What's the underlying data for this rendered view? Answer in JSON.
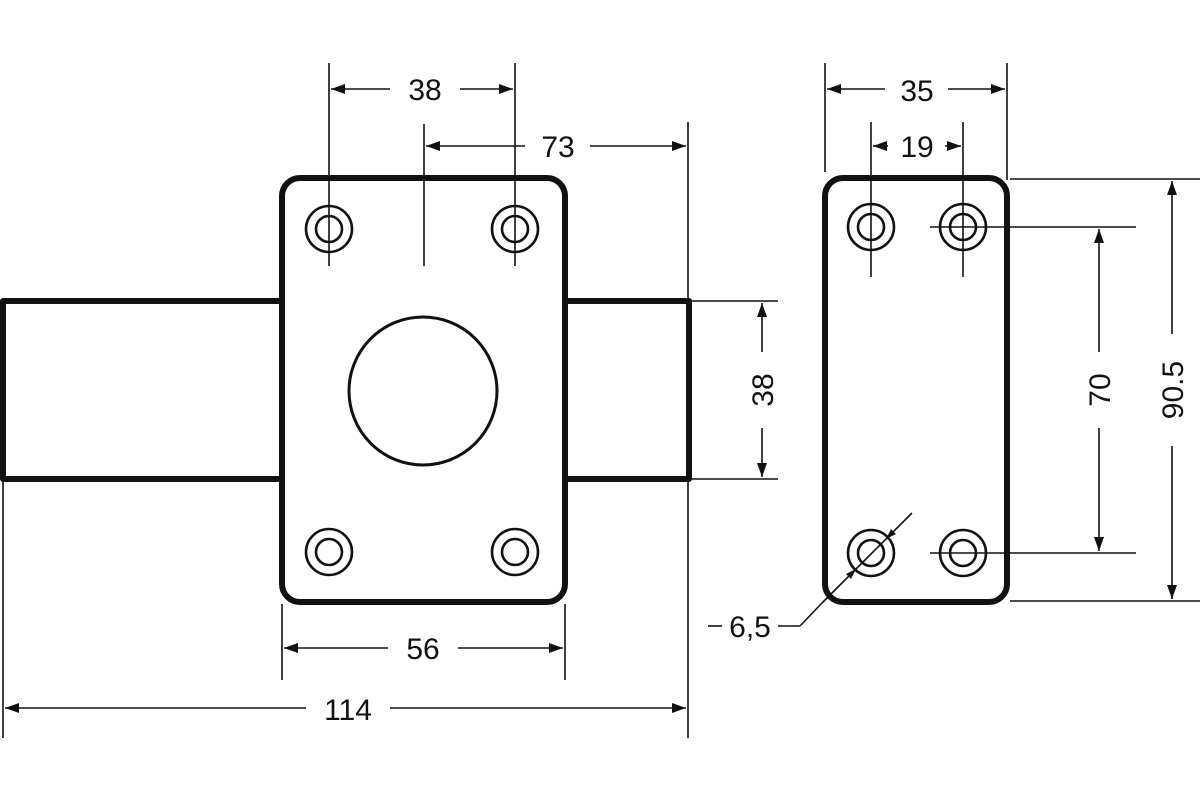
{
  "drawing": {
    "dimensions": {
      "plate_hole_spacing_x": "38",
      "hole_to_bolt_end": "73",
      "bolt_height": "38",
      "plate_hole_base": "56",
      "overall_length": "114",
      "side_width": "35",
      "side_hole_spacing": "19",
      "side_hole_spacing_vertical": "70",
      "overall_height": "90.5",
      "hole_diameter": "6,5"
    }
  }
}
